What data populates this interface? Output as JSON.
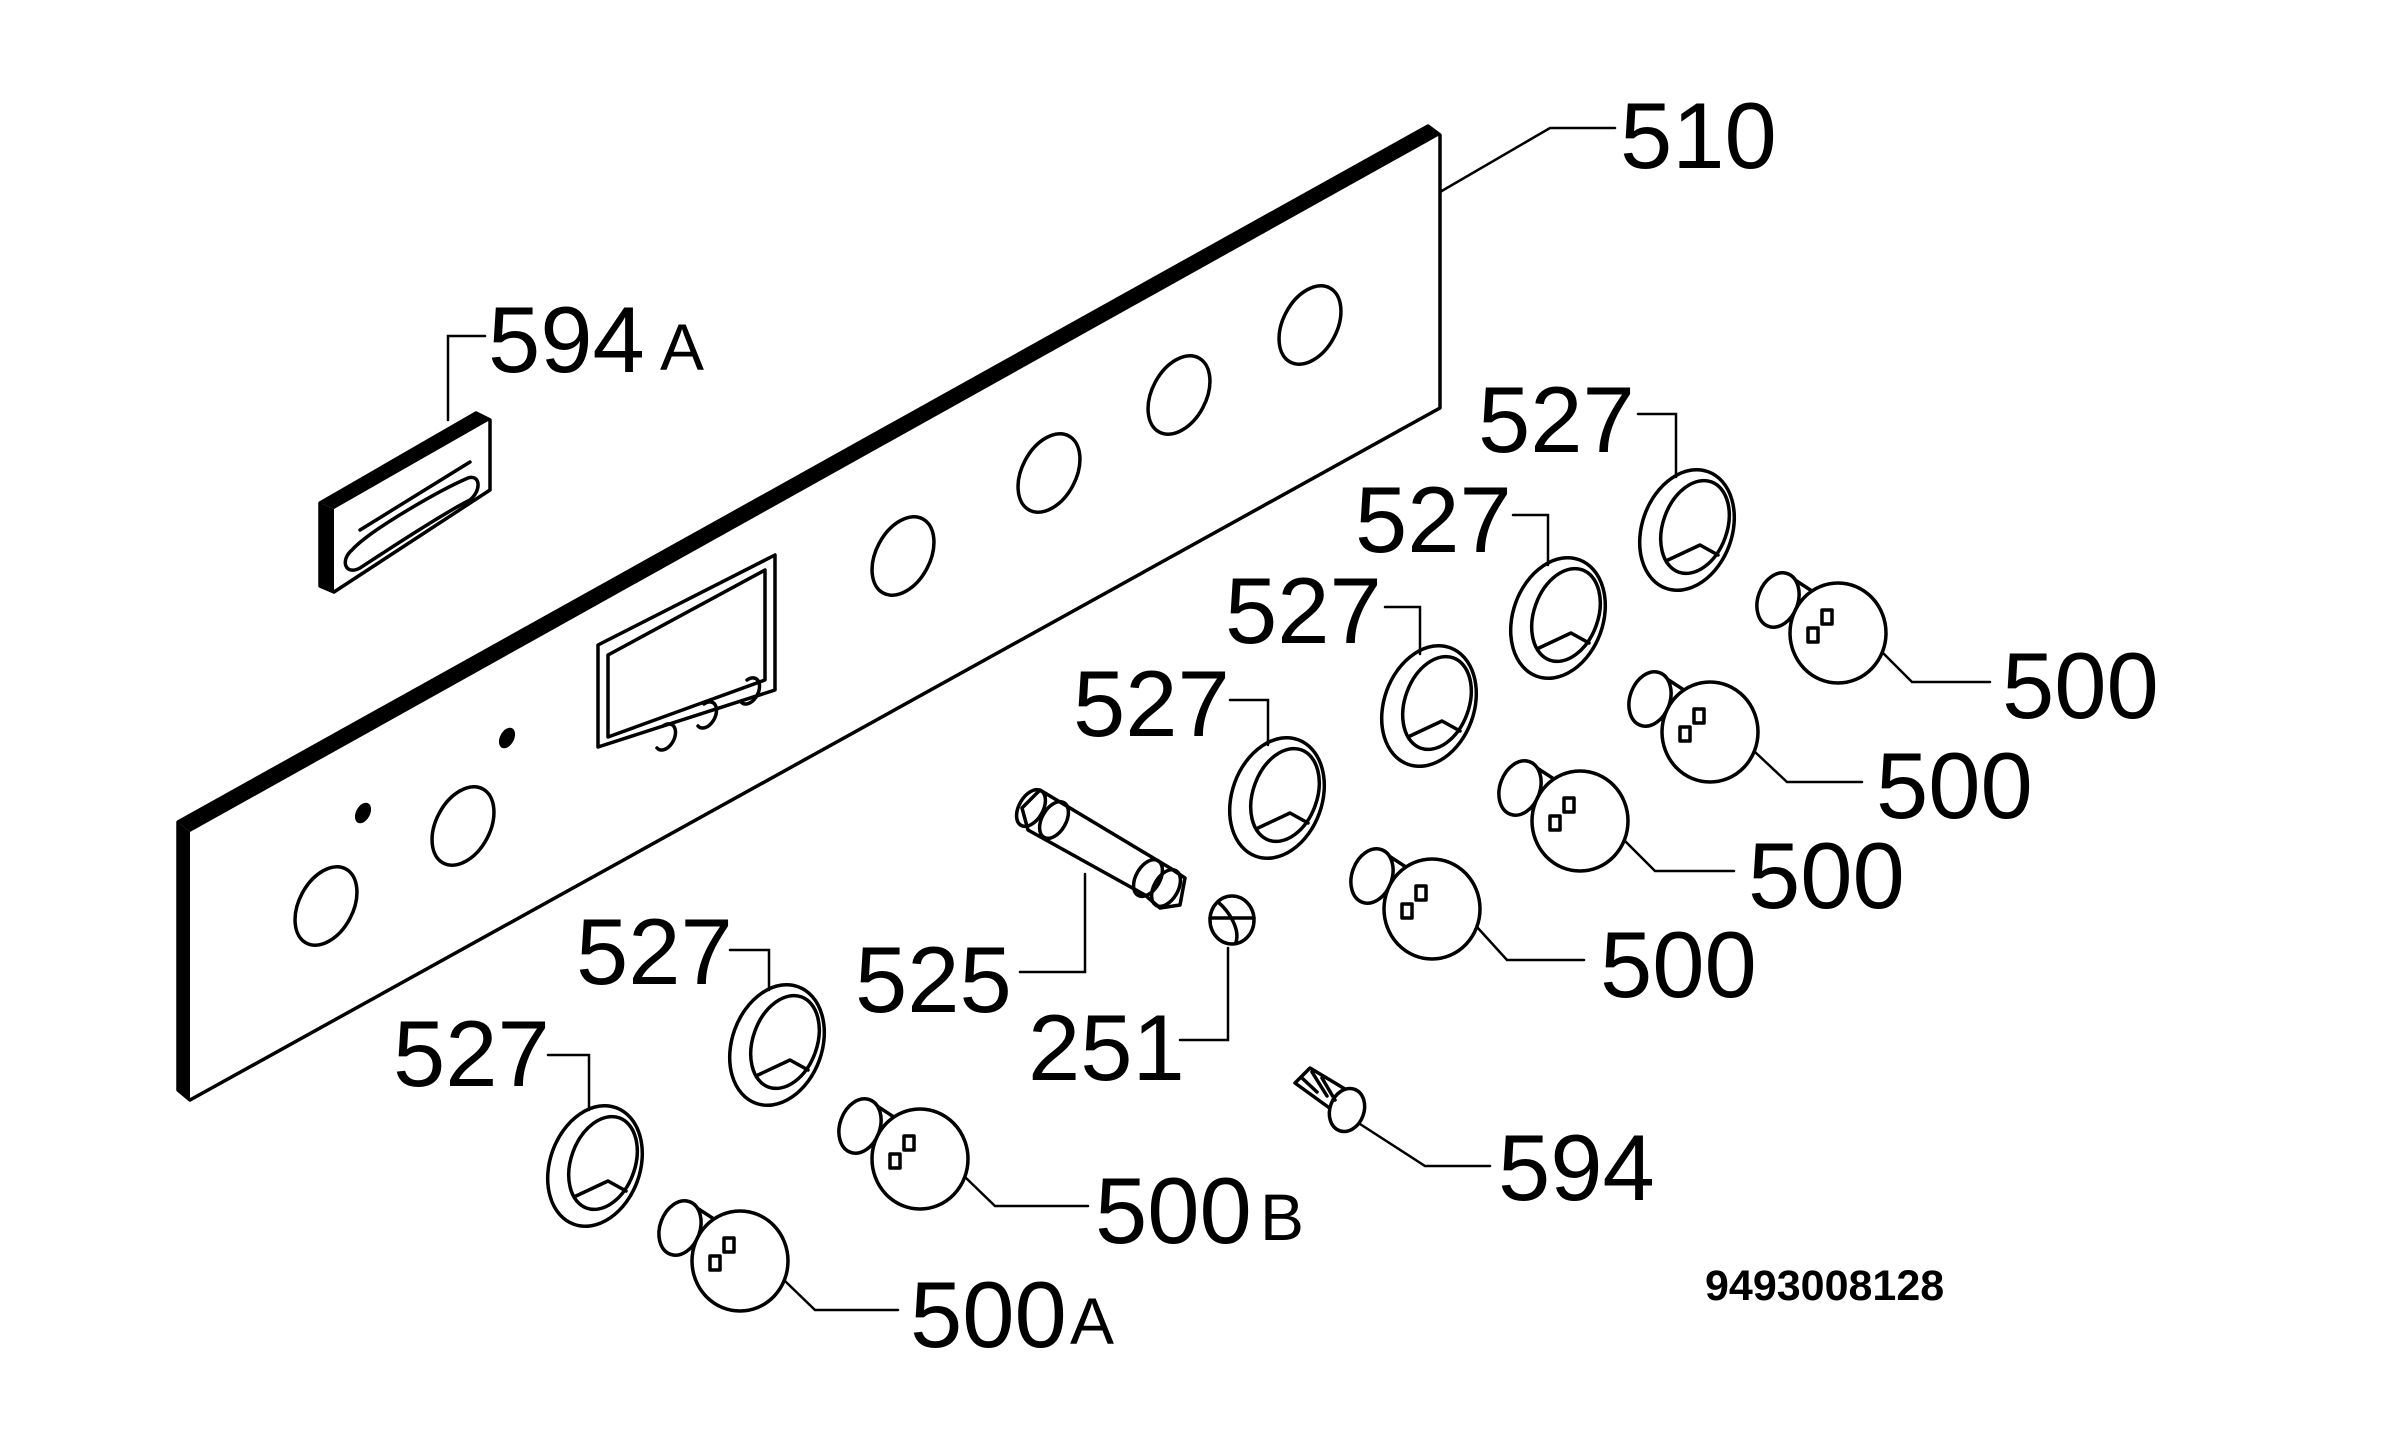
{
  "labels": {
    "panel": "510",
    "clip_num": "594",
    "clip_suffix": "A",
    "screw": "594",
    "shaft": "525",
    "spring": "251",
    "bezels": [
      "527",
      "527",
      "527",
      "527",
      "527",
      "527"
    ],
    "knobs": [
      "500",
      "500",
      "500",
      "500"
    ],
    "knob_b_num": "500",
    "knob_b_suffix": "B",
    "knob_a_num": "500",
    "knob_a_suffix": "A"
  },
  "drawing_code": "9493008128"
}
